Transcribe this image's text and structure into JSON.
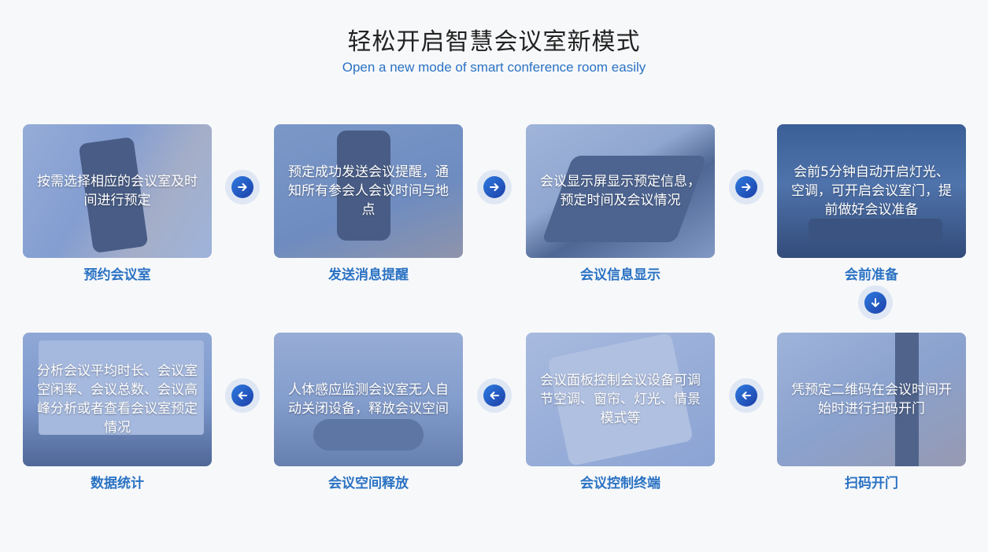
{
  "header": {
    "title": "轻松开启智慧会议室新模式",
    "subtitle": "Open a new mode of smart conference room easily"
  },
  "steps": [
    {
      "label": "预约会议室",
      "desc": "按需选择相应的会议室及时间进行预定"
    },
    {
      "label": "发送消息提醒",
      "desc": "预定成功发送会议提醒，通知所有参会人会议时间与地点"
    },
    {
      "label": "会议信息显示",
      "desc": "会议显示屏显示预定信息，预定时间及会议情况"
    },
    {
      "label": "会前准备",
      "desc": "会前5分钟自动开启灯光、空调，可开启会议室门，提前做好会议准备"
    },
    {
      "label": "扫码开门",
      "desc": "凭预定二维码在会议时间开始时进行扫码开门"
    },
    {
      "label": "会议控制终端",
      "desc": "会议面板控制会议设备可调节空调、窗帘、灯光、情景模式等"
    },
    {
      "label": "会议空间释放",
      "desc": "人体感应监测会议室无人自动关闭设备，释放会议空间"
    },
    {
      "label": "数据统计",
      "desc": "分析会议平均时长、会议室空闲率、会议总数、会议高峰分析或者查看会议室预定情况"
    }
  ],
  "colors": {
    "accent": "#2a72c3",
    "arrow": "#1d3fa8"
  },
  "icons": {
    "right": "arrow-right-icon",
    "left": "arrow-left-icon",
    "down": "arrow-down-icon"
  }
}
